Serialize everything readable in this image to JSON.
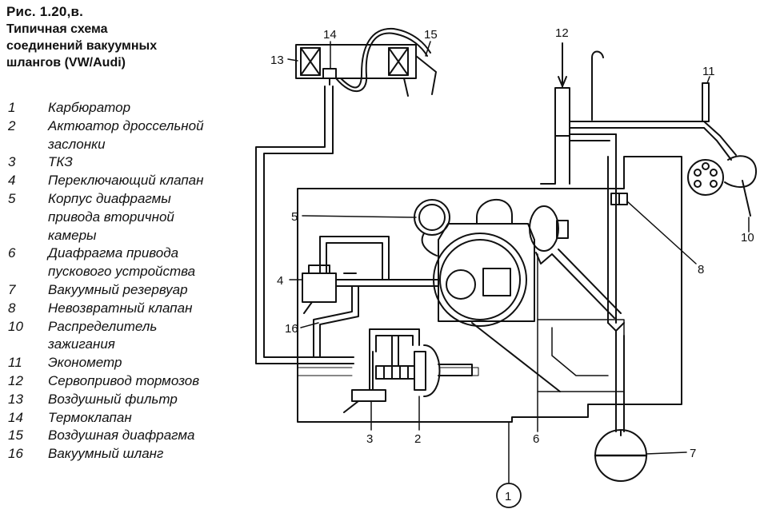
{
  "caption": {
    "figure": "Рис. 1.20,в.",
    "title": "Типичная схема\nсоединений вакуумных\nшлангов (VW/Audi)"
  },
  "legend": [
    {
      "num": "1",
      "label": "Карбюратор"
    },
    {
      "num": "2",
      "label": "Актюатор дроссельной\nзаслонки"
    },
    {
      "num": "3",
      "label": "ТКЗ"
    },
    {
      "num": "4",
      "label": "Переключающий клапан"
    },
    {
      "num": "5",
      "label": "Корпус диафрагмы\nпривода вторичной\nкамеры"
    },
    {
      "num": "6",
      "label": "Диафрагма привода\nпускового устройства"
    },
    {
      "num": "7",
      "label": "Вакуумный резервуар"
    },
    {
      "num": "8",
      "label": "Невозвратный клапан"
    },
    {
      "num": "10",
      "label": "Распределитель\nзажигания"
    },
    {
      "num": "11",
      "label": "Эконометр"
    },
    {
      "num": "12",
      "label": "Сервопривод тормозов"
    },
    {
      "num": "13",
      "label": "Воздушный фильтр"
    },
    {
      "num": "14",
      "label": "Термоклапан"
    },
    {
      "num": "15",
      "label": "Воздушная диафрагма"
    },
    {
      "num": "16",
      "label": "Вакуумный шланг"
    }
  ],
  "callouts": {
    "n1": "1",
    "n2": "2",
    "n3": "3",
    "n4": "4",
    "n5": "5",
    "n6": "6",
    "n7": "7",
    "n8": "8",
    "n10": "10",
    "n11": "11",
    "n12": "12",
    "n13": "13",
    "n14": "14",
    "n15": "15",
    "n16": "16"
  }
}
